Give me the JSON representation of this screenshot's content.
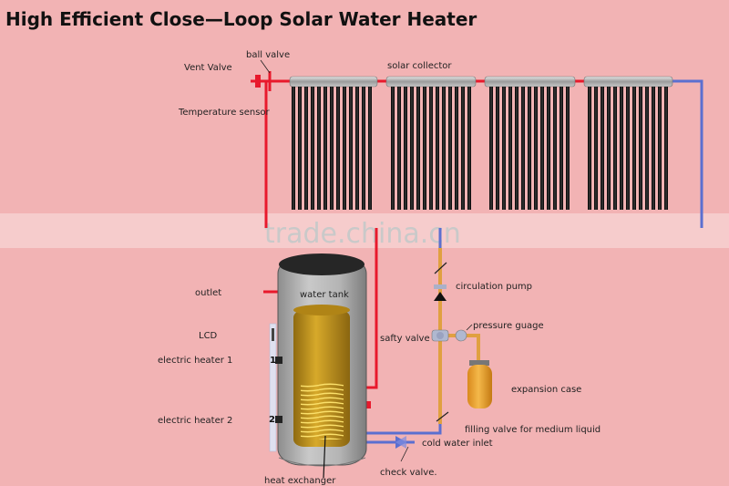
{
  "title": "High Efficient Close—Loop Solar Water Heater",
  "watermark": "trade.china.cn",
  "labels": {
    "ball_valve": "ball valve",
    "vent_valve": "Vent Valve",
    "solar_collector": "solar collector",
    "temperature_sensor": "Temperature sensor",
    "water_tank": "water tank",
    "outlet": "outlet",
    "lcd": "LCD",
    "electric_heater_1": "electric heater 1",
    "electric_heater_2": "electric heater 2",
    "heat_exchanger": "heat exchanger",
    "circulation_pump": "circulation pump",
    "pressure_guage": "pressure guage",
    "safty_valve": "safty valve",
    "expansion_case": "expansion case",
    "filling_valve": "filling valve for medium liquid",
    "cold_water_inlet": "cold water inlet",
    "check_valve": "check valve."
  },
  "heater_numbers": [
    "1",
    "2"
  ],
  "colors": {
    "background": "#f2b3b4",
    "hot_pipe": "#e8192c",
    "cold_pipe": "#5b6fd0",
    "copper_pipe": "#e0a040",
    "tank_body": "#a9a9a9",
    "tank_inner": "#c99a1e",
    "tube": "#1a1a1a"
  }
}
